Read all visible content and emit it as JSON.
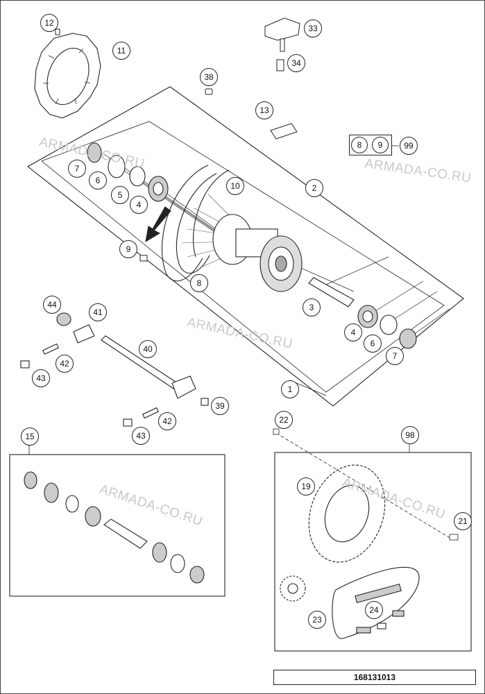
{
  "diagram": {
    "part_number": "168131013",
    "watermarks": [
      "ARMADA-CO.RU",
      "ARMADA-CO.RU",
      "ARMADA-CO.RU",
      "ARMADA-CO.RU",
      "ARMADA-CO.RU"
    ],
    "callouts": {
      "c12": "12",
      "c11": "11",
      "c33": "33",
      "c34": "34",
      "c38": "38",
      "c13": "13",
      "c8a": "8",
      "c9a": "9",
      "c99": "99",
      "c7a": "7",
      "c6a": "6",
      "c5": "5",
      "c4a": "4",
      "c10": "10",
      "c2": "2",
      "c9b": "9",
      "c8b": "8",
      "c3": "3",
      "c4b": "4",
      "c6b": "6",
      "c7b": "7",
      "c1": "1",
      "c44": "44",
      "c41": "41",
      "c40": "40",
      "c42a": "42",
      "c43a": "43",
      "c39": "39",
      "c42b": "42",
      "c43b": "43",
      "c15": "15",
      "c22": "22",
      "c98": "98",
      "c19": "19",
      "c21": "21",
      "c23": "23",
      "c24": "24"
    }
  }
}
